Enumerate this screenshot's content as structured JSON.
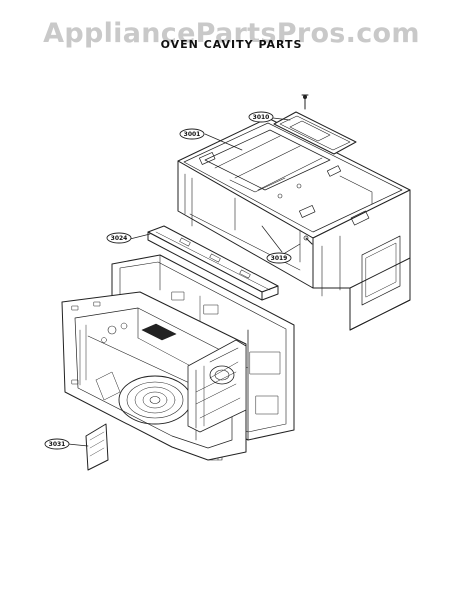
{
  "watermark": "AppliancePartsPros.com",
  "diagram": {
    "title": "OVEN CAVITY PARTS",
    "callouts": {
      "c3010": "3010",
      "c3001": "3001",
      "c3024": "3024",
      "c3019": "3019",
      "c3031": "3031"
    }
  }
}
